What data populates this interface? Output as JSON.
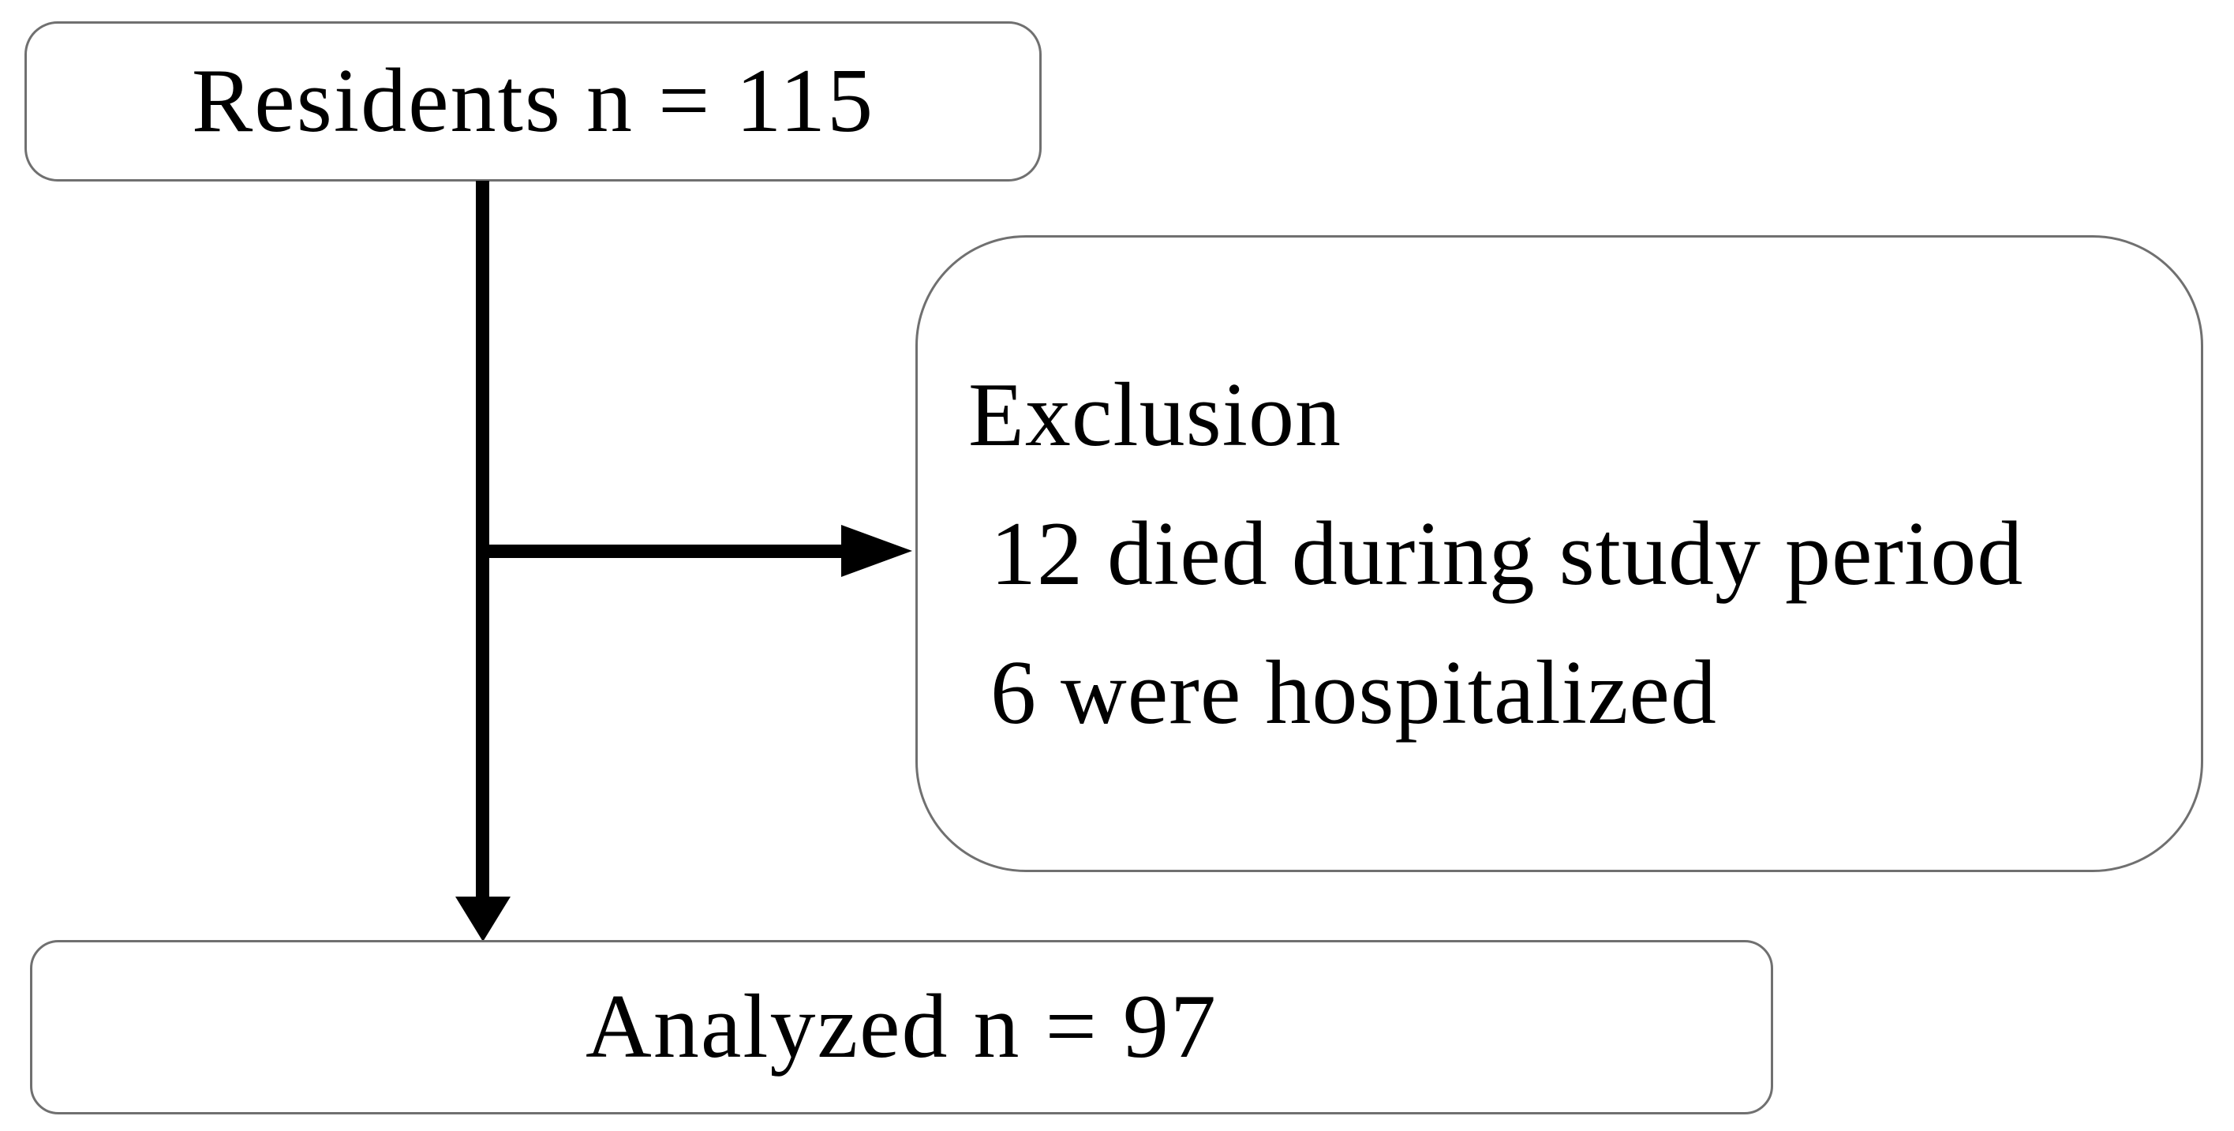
{
  "flowchart": {
    "type": "study-flow-diagram",
    "nodes": {
      "residents": {
        "label": "Residents n = 115",
        "n": 115
      },
      "exclusion": {
        "title": "Exclusion",
        "items": [
          "12 died during study period",
          "6 were hospitalized"
        ]
      },
      "analyzed": {
        "label": "Analyzed n = 97",
        "n": 97
      }
    },
    "edges": [
      {
        "from": "residents",
        "to": "analyzed",
        "style": "arrow-down"
      },
      {
        "from": "residents",
        "to": "exclusion",
        "style": "arrow-right-branch"
      }
    ],
    "colors": {
      "background": "#ffffff",
      "box_border": "#707070",
      "text": "#000000",
      "arrow": "#000000"
    }
  }
}
